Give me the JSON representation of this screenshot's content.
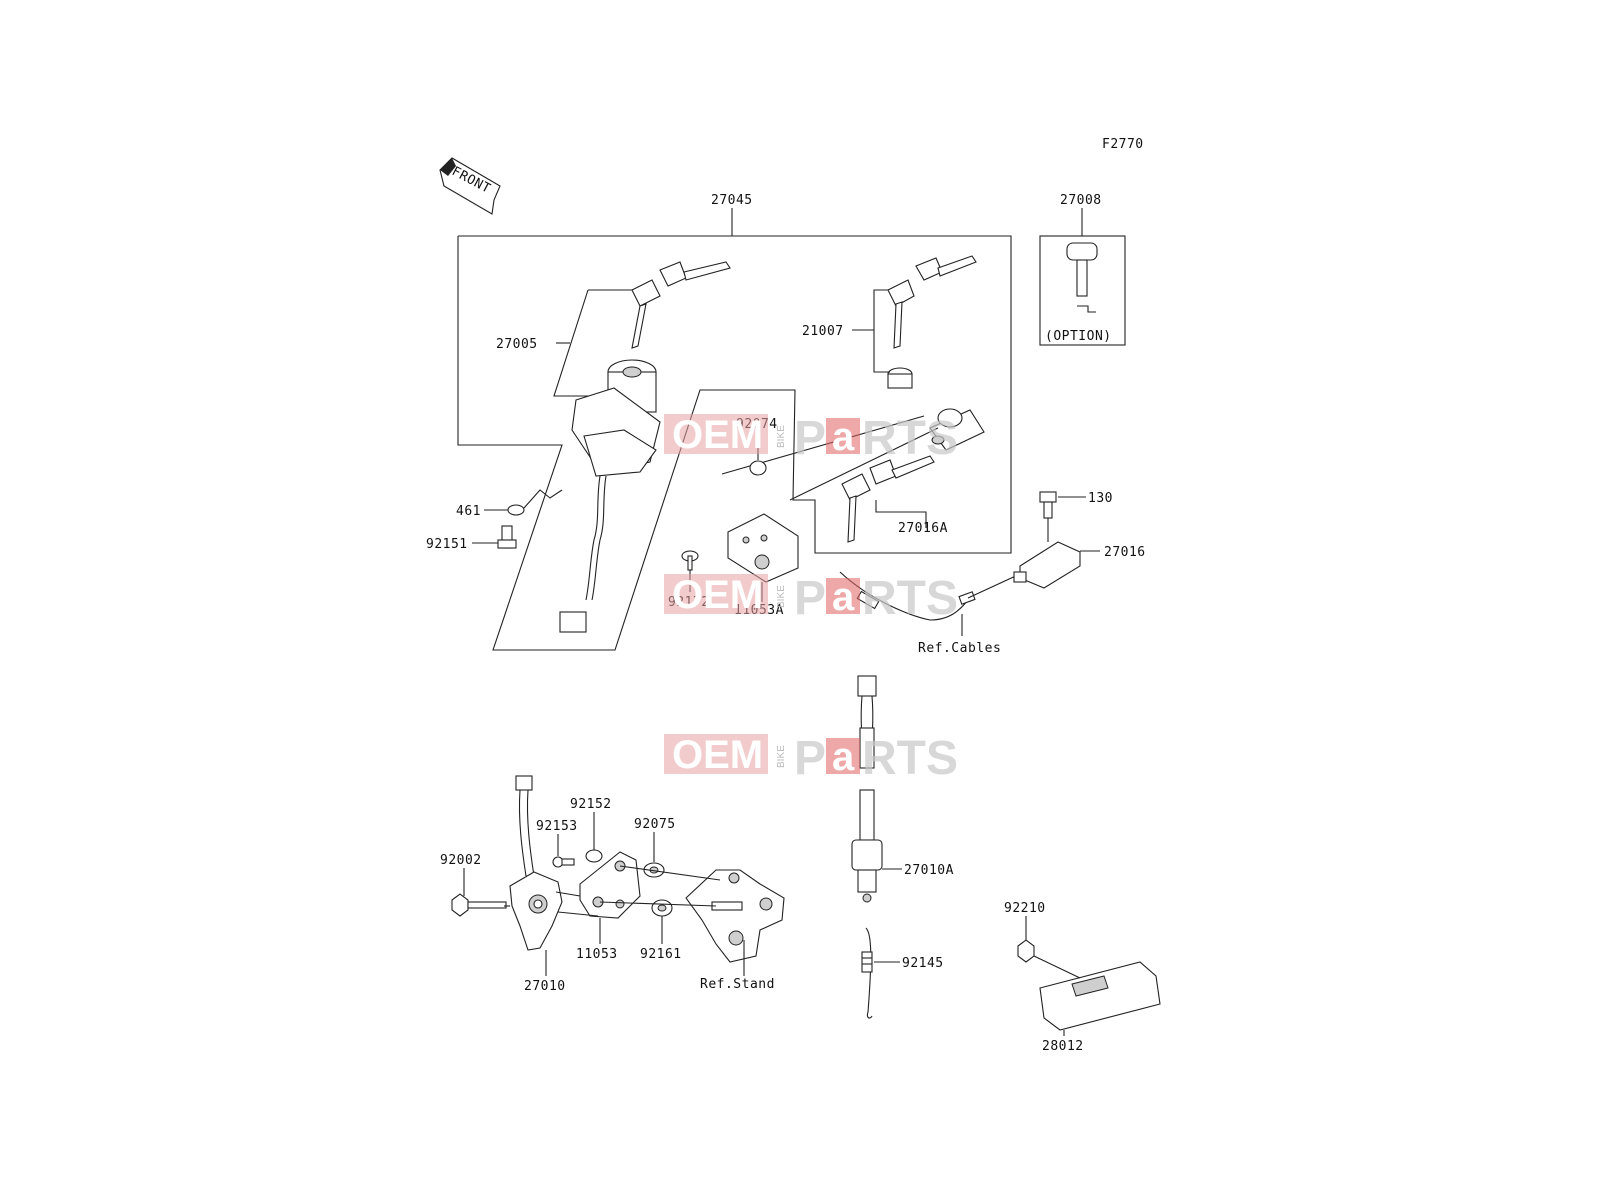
{
  "diagram_code": "F2770",
  "front_label": "FRONT",
  "watermark": {
    "left": "OEM",
    "middle": "BIKE",
    "right_a": "P",
    "right_b": "a",
    "right_c": "RTS"
  },
  "parts": {
    "p27045": "27045",
    "p27008": "27008",
    "option": "(OPTION)",
    "p27005": "27005",
    "p21007": "21007",
    "p92074": "92074",
    "p461": "461",
    "p92151": "92151",
    "p27016A": "27016A",
    "p130": "130",
    "p27016": "27016",
    "p92172": "92172",
    "p11053A": "11053A",
    "ref_cables": "Ref.Cables",
    "p92152": "92152",
    "p92153": "92153",
    "p92075": "92075",
    "p92002": "92002",
    "p27010A": "27010A",
    "p92210": "92210",
    "p11053": "11053",
    "p92161": "92161",
    "p27010": "27010",
    "ref_stand": "Ref.Stand",
    "p92145": "92145",
    "p28012": "28012"
  }
}
